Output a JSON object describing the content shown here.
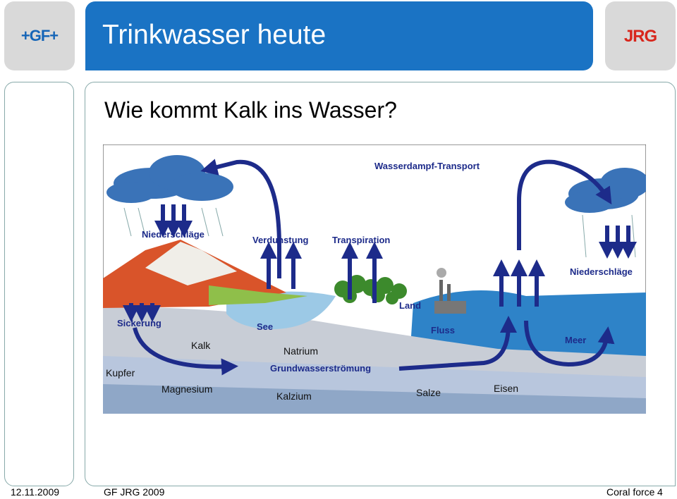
{
  "header": {
    "title": "Trinkwasser heute",
    "logo_left": "+GF+",
    "logo_right": "JRG"
  },
  "slide": {
    "subtitle": "Wie kommt Kalk ins Wasser?"
  },
  "diagram": {
    "printed_labels": {
      "transport": "Wasserdampf-Transport",
      "niederschlaege_left": "Niederschläge",
      "niederschlaege_right": "Niederschläge",
      "verdunstung": "Verdunstung",
      "transpiration": "Transpiration",
      "land": "Land",
      "see": "See",
      "fluss": "Fluss",
      "meer": "Meer",
      "sickerung": "Sickerung",
      "grundwasser": "Grundwasserströmung"
    },
    "minerals": {
      "kalk": "Kalk",
      "natrium": "Natrium",
      "kupfer": "Kupfer",
      "magnesium": "Magnesium",
      "kalzium": "Kalzium",
      "salze": "Salze",
      "eisen": "Eisen"
    }
  },
  "footer": {
    "date": "12.11.2009",
    "company": "GF JRG 2009",
    "name": "Coral force",
    "page": "4"
  }
}
